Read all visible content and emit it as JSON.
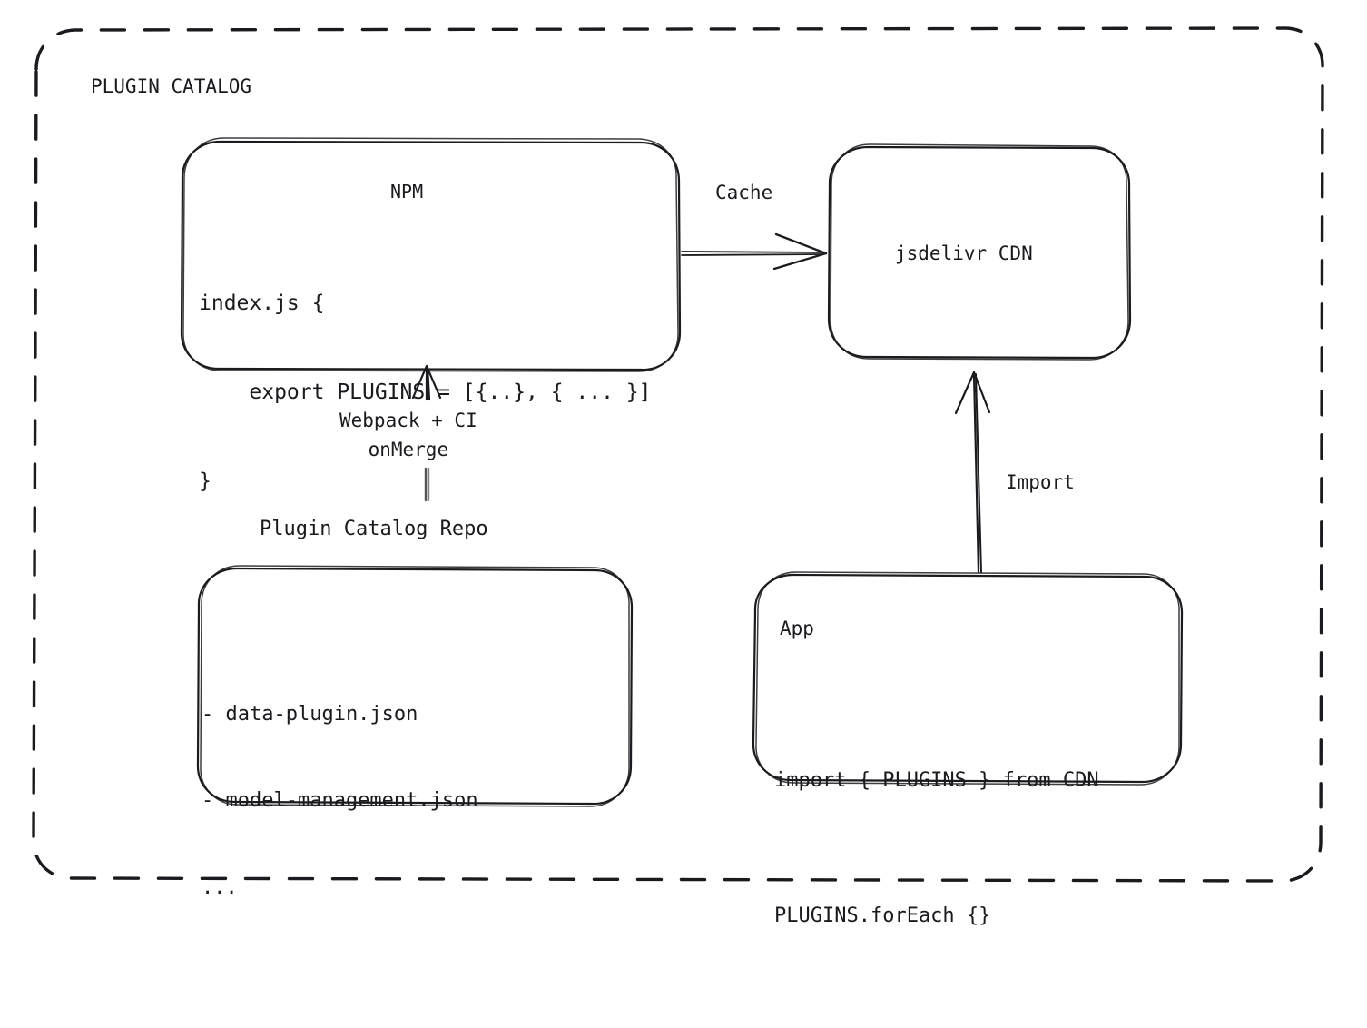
{
  "diagram": {
    "title": "PLUGIN CATALOG",
    "style": "hand-drawn-sketch",
    "background_color": "#ffffff",
    "stroke_color": "#1b1b1f",
    "container": {
      "label": "PLUGIN CATALOG",
      "border_style": "dashed",
      "border_color": "#1b1b1f"
    },
    "nodes": {
      "npm": {
        "title": "NPM",
        "code_lines": [
          "index.js {",
          "    export PLUGINS = [{..}, { ... }]",
          "}"
        ]
      },
      "cdn": {
        "title": "jsdelivr CDN"
      },
      "repo": {
        "caption": "Plugin Catalog Repo",
        "files": [
          "- data-plugin.json",
          "- model-management.json",
          "..."
        ]
      },
      "app": {
        "title": "App",
        "code_lines": [
          "import { PLUGINS } from CDN",
          "PLUGINS.forEach {}"
        ]
      }
    },
    "edges": {
      "npm_to_cdn": {
        "label": "Cache",
        "direction": "right"
      },
      "repo_to_npm": {
        "label": "Webpack + CI\nonMerge",
        "direction": "up"
      },
      "app_to_cdn": {
        "label": "Import",
        "direction": "up"
      }
    }
  }
}
